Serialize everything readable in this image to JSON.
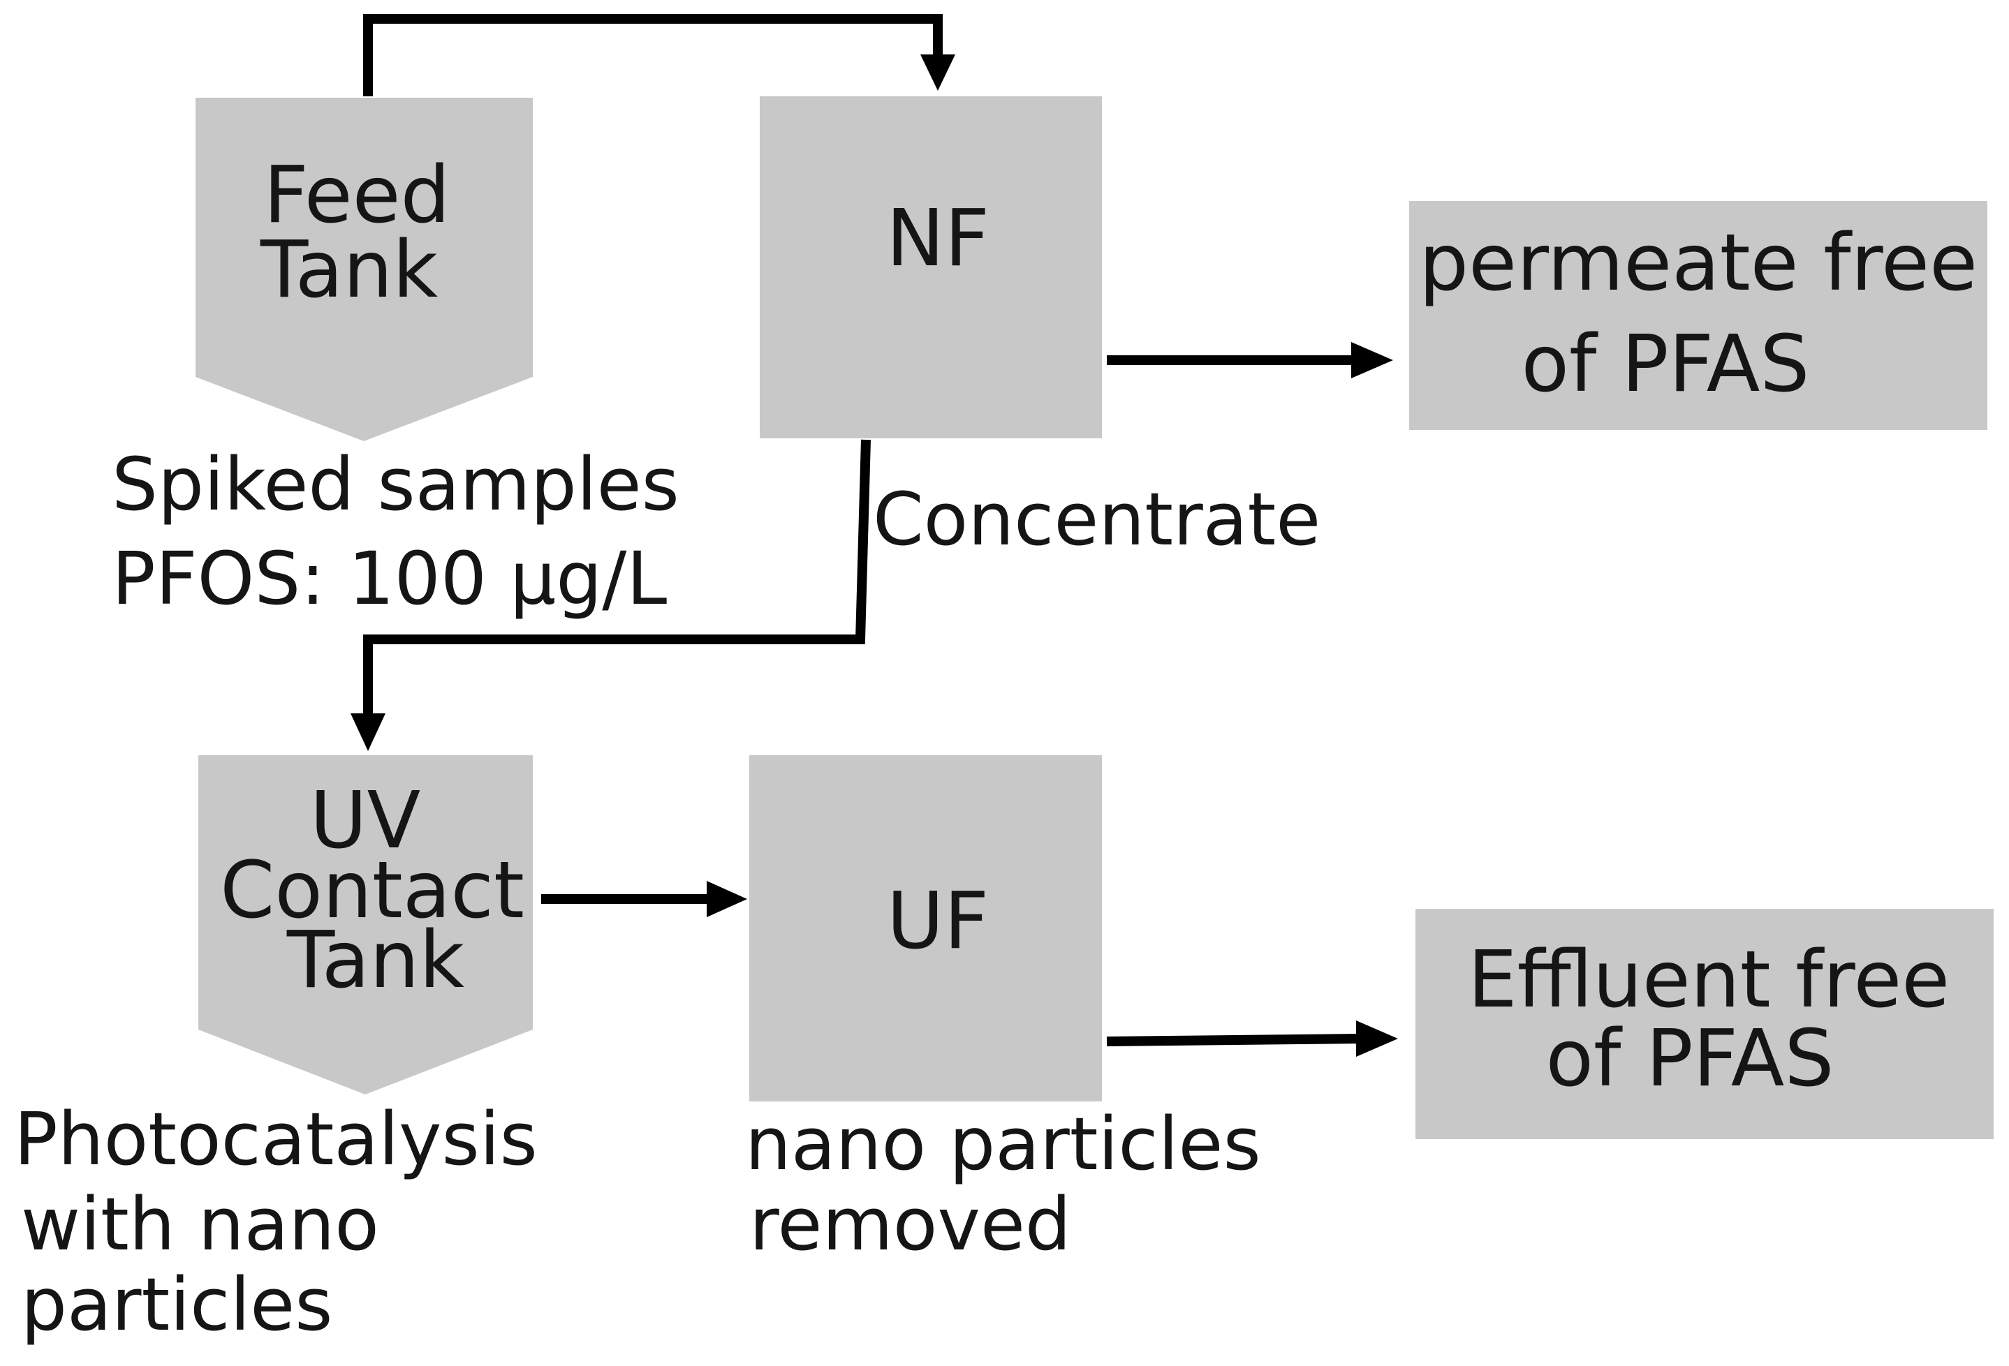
{
  "nodes": {
    "feed_tank": {
      "line1": "Feed",
      "line2": "Tank"
    },
    "nf": {
      "label": "NF"
    },
    "permeate": {
      "line1": "permeate free",
      "line2": "of PFAS"
    },
    "uv_tank": {
      "line1": "UV",
      "line2": "Contact",
      "line3": "Tank"
    },
    "uf": {
      "label": "UF"
    },
    "effluent": {
      "line1": "Effluent free",
      "line2": "of PFAS"
    }
  },
  "annotations": {
    "spiked": {
      "line1": "Spiked samples",
      "line2": "PFOS: 100 µg/L"
    },
    "concentrate": {
      "label": "Concentrate"
    },
    "photocatalysis": {
      "line1": "Photocatalysis",
      "line2": "with nano",
      "line3": "particles"
    },
    "nano_removed": {
      "line1": "nano particles",
      "line2": "removed"
    }
  },
  "colors": {
    "node_fill": "#c8c8c8",
    "line": "#000000",
    "text": "#151515"
  }
}
